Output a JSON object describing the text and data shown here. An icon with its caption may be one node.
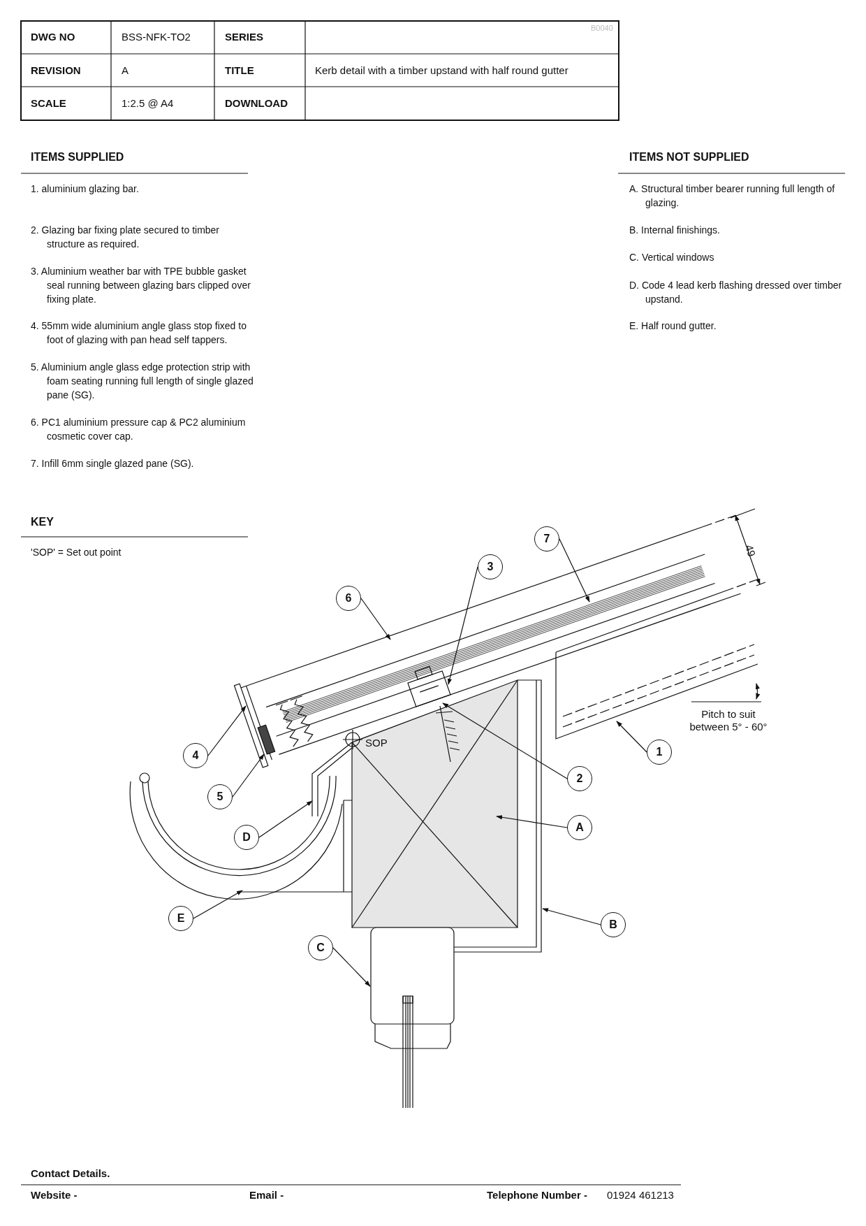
{
  "diagram": {
    "nodes": [
      {
        "text": [
          "1"
        ]
      },
      {
        "text": [
          "2"
        ]
      },
      {
        "text": [
          "3"
        ]
      },
      {
        "text": [
          "4"
        ]
      },
      {
        "text": [
          "5"
        ]
      },
      {
        "text": [
          "6"
        ]
      },
      {
        "text": [
          "7"
        ]
      },
      {
        "text": [
          "A"
        ]
      },
      {
        "text": [
          "B"
        ]
      },
      {
        "text": [
          "C"
        ]
      },
      {
        "text": [
          "D"
        ]
      },
      {
        "text": [
          "E"
        ]
      }
    ],
    "edges": [
      {
        "from": 0,
        "to": null,
        "arrow": "to"
      },
      {
        "from": 1,
        "to": null,
        "arrow": "to"
      },
      {
        "from": 2,
        "to": null,
        "arrow": "to"
      },
      {
        "from": 3,
        "to": null,
        "arrow": "to"
      },
      {
        "from": 4,
        "to": null,
        "arrow": "to"
      },
      {
        "from": 5,
        "to": null,
        "arrow": "to"
      },
      {
        "from": 6,
        "to": null,
        "arrow": "to"
      },
      {
        "from": 7,
        "to": null,
        "arrow": "to"
      },
      {
        "from": 8,
        "to": null,
        "arrow": "to"
      },
      {
        "from": 9,
        "to": null,
        "arrow": "to"
      },
      {
        "from": 10,
        "to": null,
        "arrow": "to"
      },
      {
        "from": 11,
        "to": null,
        "arrow": "to"
      }
    ],
    "labels": [
      "DWG NO",
      "BSS-NFK-TO2",
      "SERIES",
      "REVISION",
      "A",
      "TITLE",
      "Kerb detail with a timber upstand with half round gutter",
      "SCALE",
      "1:2.5 @ A4",
      "DOWNLOAD",
      "B0040",
      "ITEMS SUPPLIED",
      "1. aluminium glazing bar.",
      "2. Glazing bar fixing plate secured to timber structure as required.",
      "3. Aluminium weather bar with TPE bubble gasket seal running between glazing bars clipped over fixing plate.",
      "4. 55mm wide aluminium angle glass stop fixed to foot of glazing with pan head self tappers.",
      "5. Aluminium angle glass edge protection strip with foam seating running full length of single glazed pane (SG).",
      "6. PC1 aluminium pressure cap & PC2 aluminium cosmetic cover cap.",
      "7. Infill 6mm single glazed pane (SG).",
      "ITEMS NOT SUPPLIED",
      "A. Structural timber bearer running full length of glazing.",
      "B. Internal finishings.",
      "C. Vertical windows",
      "D. Code 4 lead kerb flashing dressed over timber upstand.",
      "E. Half round gutter.",
      "KEY",
      "'SOP' = Set out point",
      "49",
      "SOP",
      "Pitch to suit between 5° - 60°",
      "Contact Details.",
      "Website -",
      "Email -",
      "Telephone Number -",
      "01924 461213"
    ]
  }
}
